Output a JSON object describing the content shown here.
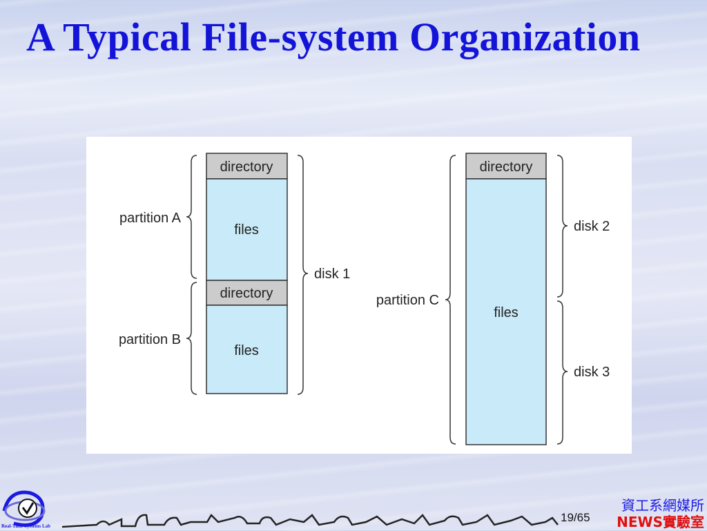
{
  "slide": {
    "title": "A Typical File-system Organization",
    "page_current": "19",
    "page_total": "/65",
    "lab_name_cn": "資工系網媒所",
    "lab_name_news": "NEWS實驗室",
    "logo_text": "Real-Time Systems Lab",
    "logo_icon": "rtsl-logo-icon"
  },
  "diagram": {
    "disk1": {
      "partitions": [
        {
          "name": "partition A",
          "directory_label": "directory",
          "files_label": "files"
        },
        {
          "name": "partition B",
          "directory_label": "directory",
          "files_label": "files"
        }
      ],
      "disk_label": "disk 1"
    },
    "disk23": {
      "partition": {
        "name": "partition C",
        "directory_label": "directory",
        "files_label": "files"
      },
      "disk_labels": [
        "disk 2",
        "disk 3"
      ]
    },
    "colors": {
      "directory_fill": "#cccccc",
      "files_fill": "#c9eaf8",
      "title": "#1414d8",
      "lab_cn": "#1a1ae0",
      "lab_news": "#e01010"
    }
  }
}
